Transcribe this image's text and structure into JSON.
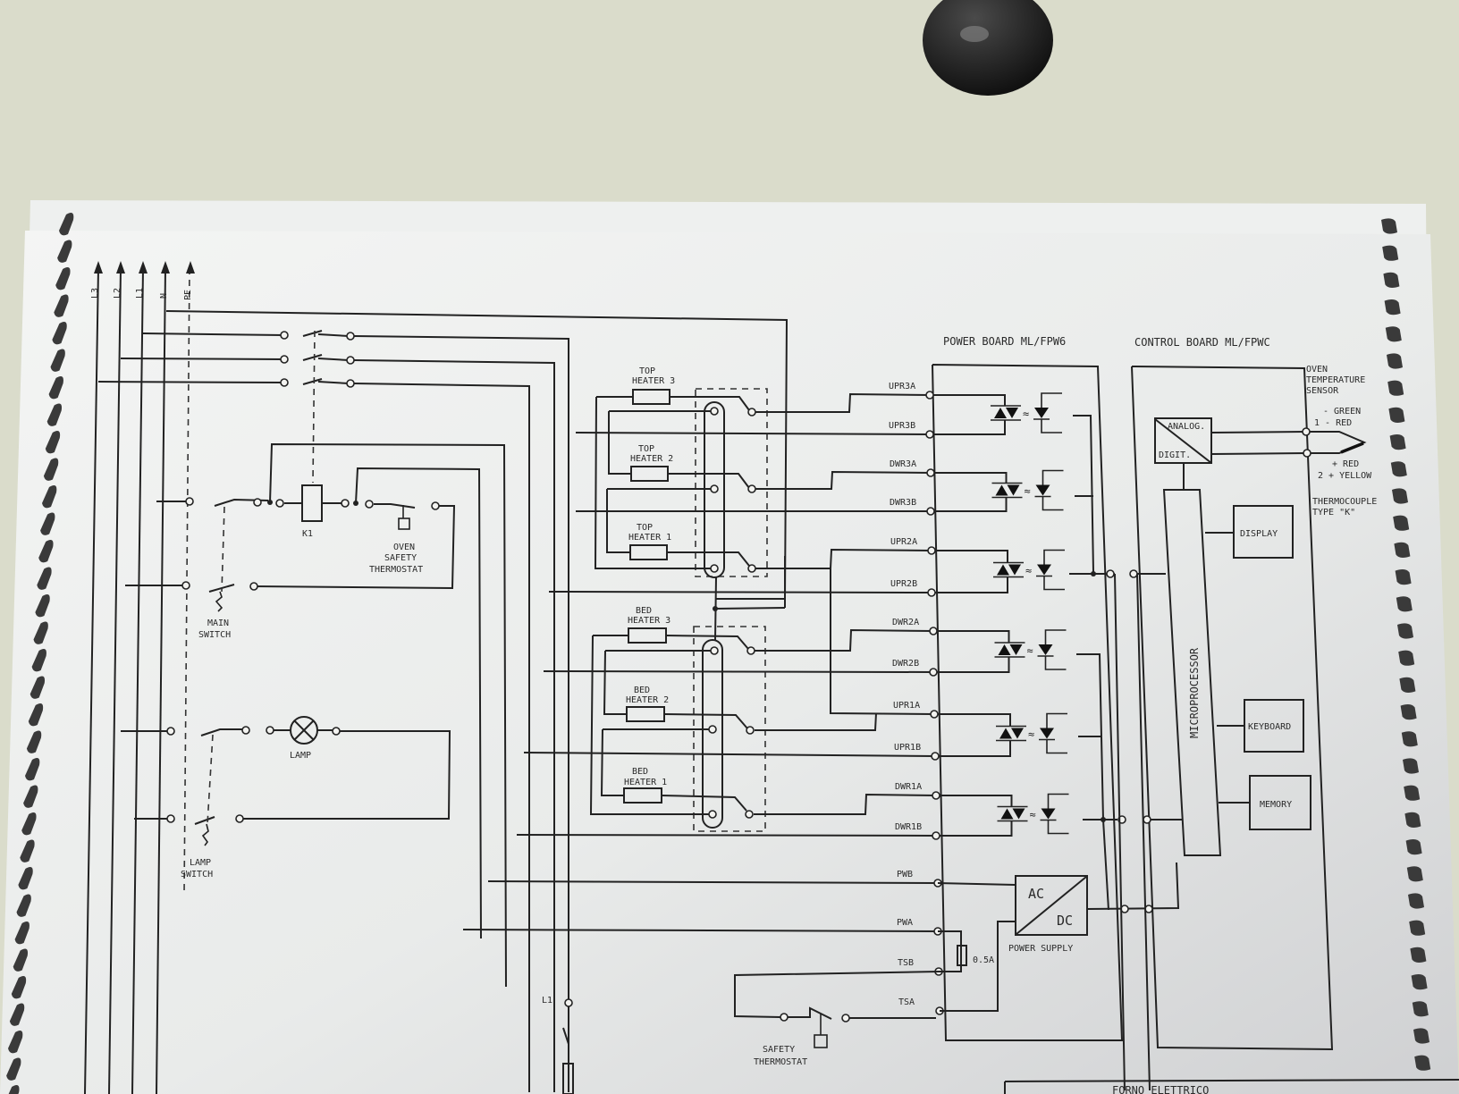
{
  "lines": {
    "l3": "L3",
    "l2": "L2",
    "l1": "L1",
    "n": "N",
    "pe": "PE"
  },
  "left_circuit": {
    "relay": "K1",
    "oven_thermostat": [
      "OVEN",
      "SAFETY",
      "THERMOSTAT"
    ],
    "main_switch": [
      "MAIN",
      "SWITCH"
    ],
    "lamp": "LAMP",
    "lamp_switch": [
      "LAMP",
      "SWITCH"
    ]
  },
  "heaters": {
    "top3": [
      "TOP",
      "HEATER 3"
    ],
    "top2": [
      "TOP",
      "HEATER 2"
    ],
    "top1": [
      "TOP",
      "HEATER 1"
    ],
    "bed3": [
      "BED",
      "HEATER 3"
    ],
    "bed2": [
      "BED",
      "HEATER 2"
    ],
    "bed1": [
      "BED",
      "HEATER 1"
    ]
  },
  "power_board": {
    "title": "POWER BOARD ML/FPW6",
    "terminals": [
      "UPR3A",
      "UPR3B",
      "DWR3A",
      "DWR3B",
      "UPR2A",
      "UPR2B",
      "DWR2A",
      "DWR2B",
      "UPR1A",
      "UPR1B",
      "DWR1A",
      "DWR1B",
      "PWB",
      "PWA",
      "TSB",
      "TSA"
    ],
    "fuse": "0.5A",
    "supply_ac": "AC",
    "supply_dc": "DC",
    "supply_label": "POWER SUPPLY"
  },
  "control_board": {
    "title": "CONTROL BOARD ML/FPWC",
    "adc_top": "ANALOG.",
    "adc_bottom": "DIGIT.",
    "microprocessor": "MICROPROCESSOR",
    "display": "DISPLAY",
    "keyboard": "KEYBOARD",
    "memory": "MEMORY"
  },
  "sensor": {
    "title": [
      "OVEN",
      "TEMPERATURE",
      "SENSOR"
    ],
    "neg": [
      "- GREEN",
      "1 - RED"
    ],
    "pos": [
      "+ RED",
      "2 + YELLOW"
    ],
    "type": [
      "THERMOCOUPLE",
      "TYPE \"K\""
    ]
  },
  "bottom": {
    "l1": "L1",
    "safety_thermostat": [
      "SAFETY",
      "THERMOSTAT"
    ],
    "title_block_partial": "FORNO ELETTRICO"
  },
  "colors": {
    "wall": "#d9dccb",
    "paper": "#eef0ee",
    "ink": "#222222",
    "binding": "#3a3a3a"
  }
}
